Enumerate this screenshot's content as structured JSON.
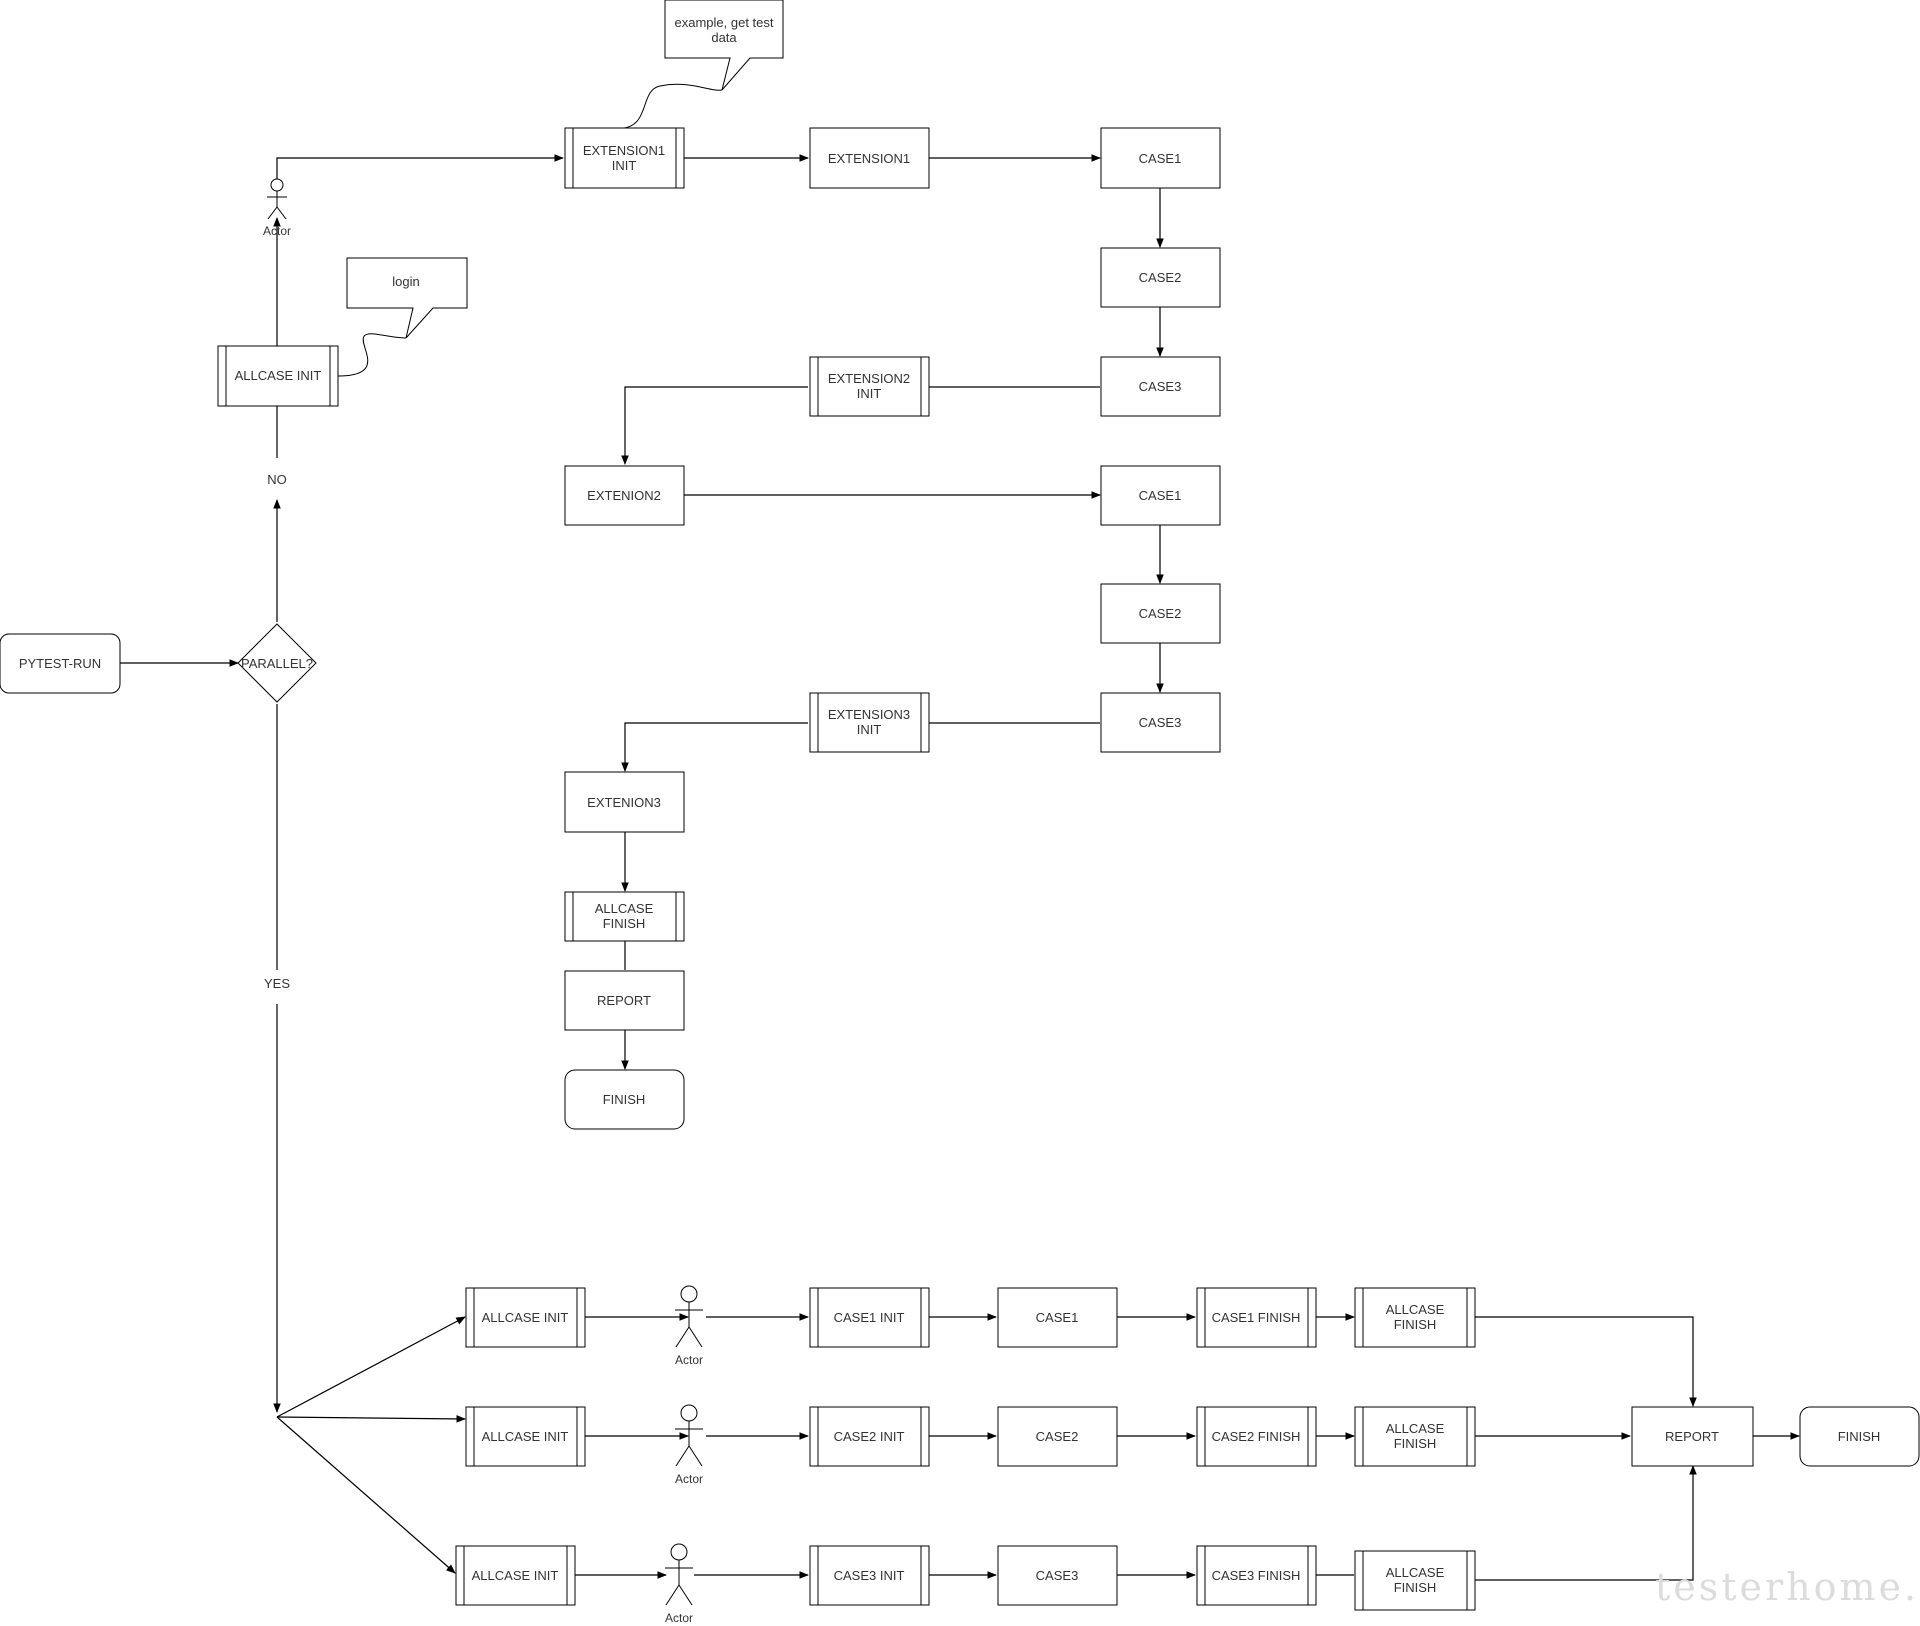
{
  "diagram": {
    "nodes": {
      "pytest_run": "PYTEST-RUN",
      "parallel": "PARALLEL?",
      "no_label": "NO",
      "yes_label": "YES",
      "allcase_init": "ALLCASE INIT",
      "note_login": "login",
      "note_example": [
        "example, get test",
        "data"
      ],
      "actor": "Actor",
      "ext1_init": [
        "EXTENSION1",
        "INIT"
      ],
      "ext1": "EXTENSION1",
      "s_case1": "CASE1",
      "s_case2": "CASE2",
      "s_case3": "CASE3",
      "ext2_init": [
        "EXTENSION2",
        "INIT"
      ],
      "exten2": "EXTENION2",
      "s2_case1": "CASE1",
      "s2_case2": "CASE2",
      "s2_case3": "CASE3",
      "ext3_init": [
        "EXTENSION3",
        "INIT"
      ],
      "exten3": "EXTENION3",
      "allcase_finish": [
        "ALLCASE",
        "FINISH"
      ],
      "report": "REPORT",
      "finish": "FINISH"
    },
    "parallel_rows": [
      {
        "init": "ALLCASE INIT",
        "actor": "Actor",
        "case_init": "CASE1 INIT",
        "case": "CASE1",
        "case_finish": "CASE1 FINISH",
        "allcase_finish": [
          "ALLCASE",
          "FINISH"
        ]
      },
      {
        "init": "ALLCASE INIT",
        "actor": "Actor",
        "case_init": "CASE2 INIT",
        "case": "CASE2",
        "case_finish": "CASE2 FINISH",
        "allcase_finish": [
          "ALLCASE",
          "FINISH"
        ]
      },
      {
        "init": "ALLCASE INIT",
        "actor": "Actor",
        "case_init": "CASE3 INIT",
        "case": "CASE3",
        "case_finish": "CASE3 FINISH",
        "allcase_finish": [
          "ALLCASE",
          "FINISH"
        ]
      }
    ],
    "p_report": "REPORT",
    "p_finish": "FINISH",
    "watermark": "testerhome.com"
  }
}
